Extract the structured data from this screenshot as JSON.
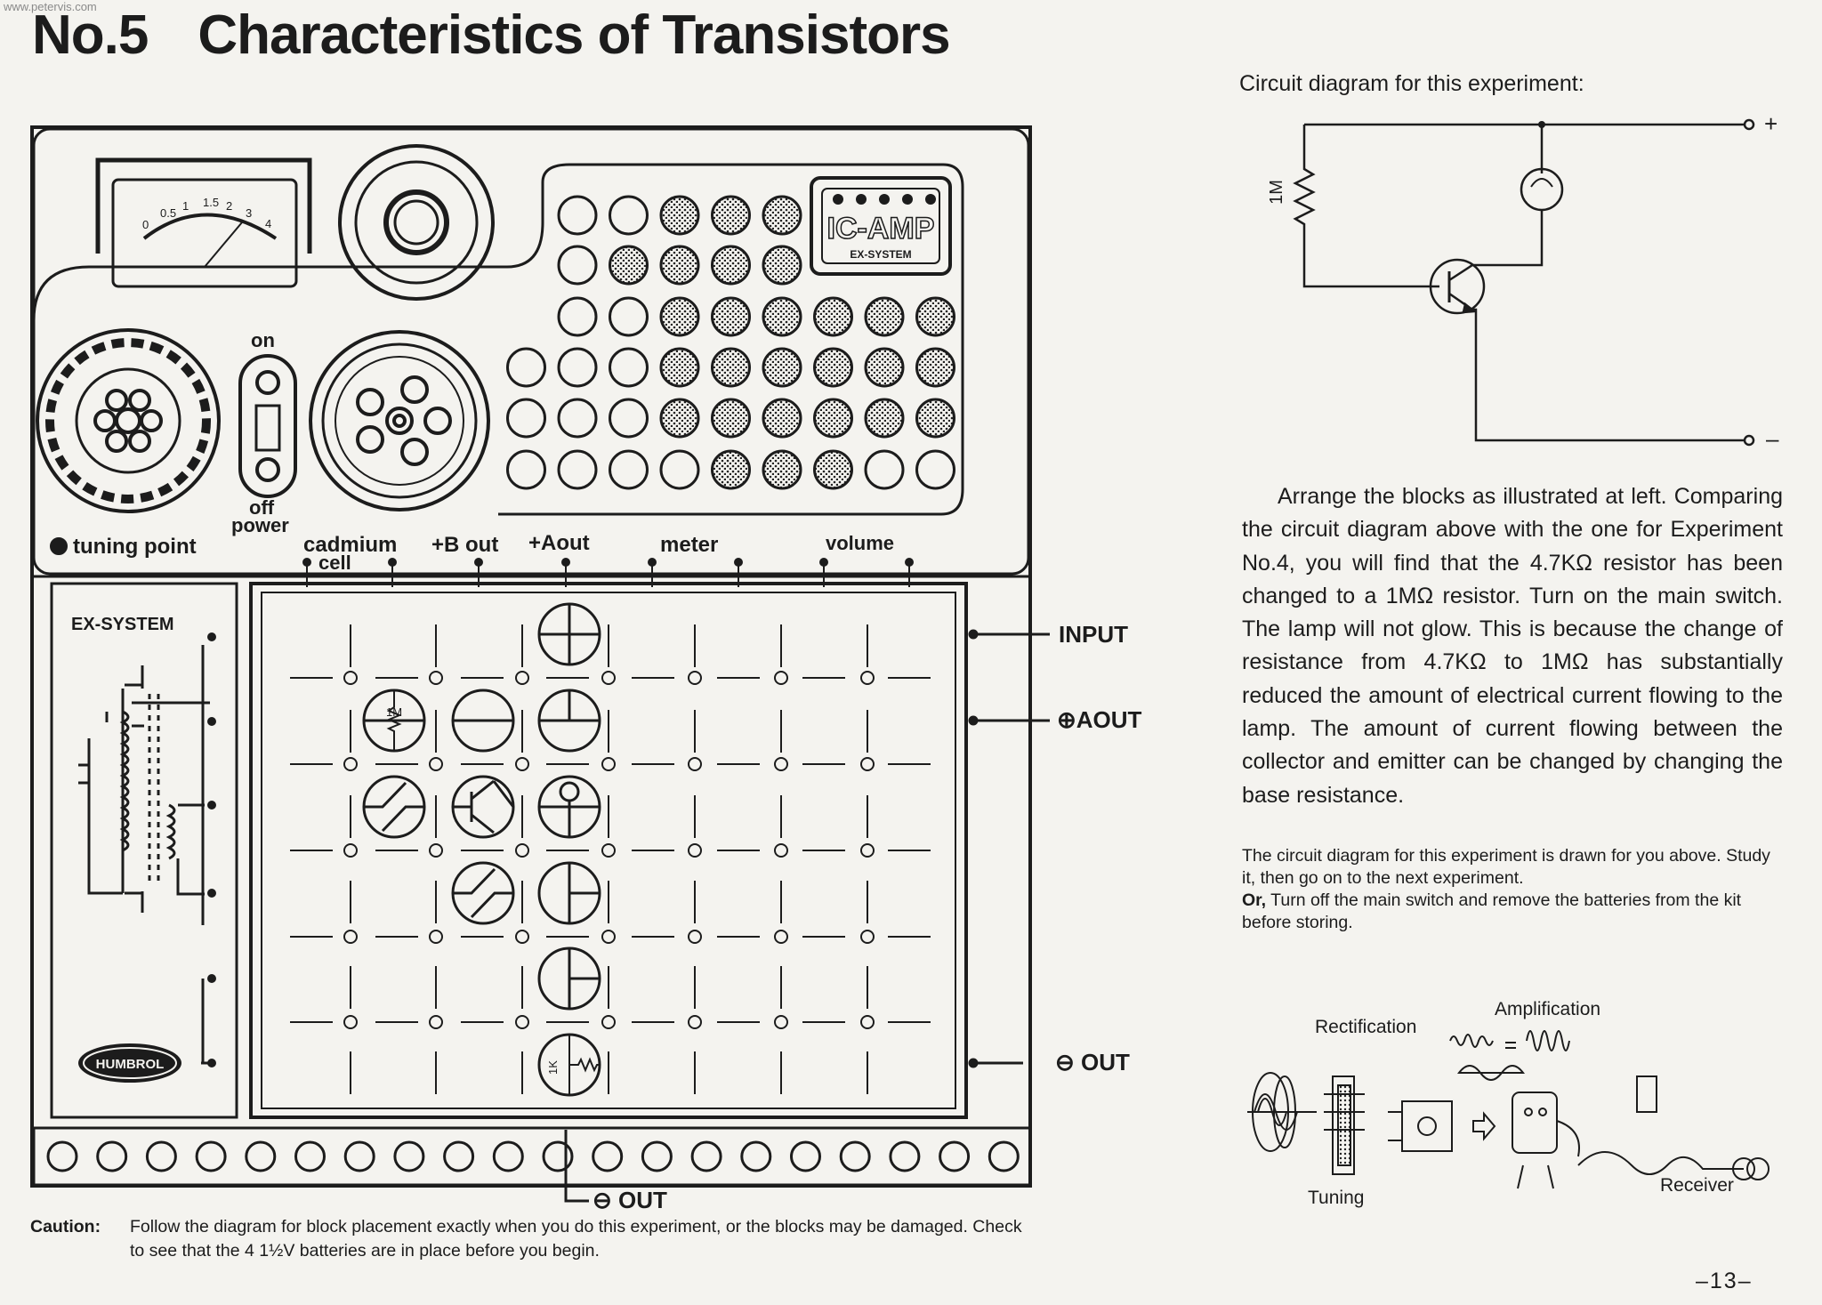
{
  "watermark": "www.petervis.com",
  "title": {
    "number": "No.5",
    "text": "Characteristics of Transistors"
  },
  "kit": {
    "meter_scale": [
      "0",
      "0.5",
      "1",
      "1.5",
      "2",
      "3",
      "4"
    ],
    "switch_on": "on",
    "switch_off": "off",
    "power": "power",
    "tuning_point": "tuning point",
    "brand_badge": "IC-AMP",
    "brand_sub": "EX-SYSTEM",
    "ex_system": "EX-SYSTEM",
    "maker": "HUMBROL",
    "top_terminals": {
      "cadmium": "cadmium",
      "cell": "cell",
      "bout": "+B out",
      "aout": "+Aout",
      "meter": "meter",
      "volume": "volume"
    },
    "side_terminals": {
      "input": "INPUT",
      "aout": "⊕AOUT",
      "out": "⊖ OUT",
      "bottom_out": "⊖ OUT"
    },
    "resistor_1m_label": "1M",
    "resistor_1k_label": "1K"
  },
  "circuit": {
    "caption": "Circuit diagram for this experiment:",
    "resistor_label": "1M",
    "plus": "+",
    "minus": "–"
  },
  "body": {
    "paragraph": "Arrange the blocks as illustrated at left. Comparing the circuit diagram above with the one for Experiment No.4, you will find that the 4.7KΩ resistor has been changed to a 1MΩ resistor. Turn on the main switch. The lamp will not glow. This is because the change of resistance from 4.7KΩ to 1MΩ has substantially reduced the amount of electrical current flowing to the lamp. The amount of current flowing between the collector and emitter can be changed by changing the base resistance.",
    "note1": "The circuit diagram for this experiment is drawn for you above. Study it, then go on to the next experiment.",
    "note2_lead": "Or,",
    "note2": " Turn off the main switch and remove the batteries from the kit before storing."
  },
  "illustration": {
    "rectification": "Rectification",
    "amplification": "Amplification",
    "tuning": "Tuning",
    "receiver": "Receiver"
  },
  "caution": {
    "label": "Caution:",
    "text": "Follow the diagram for block placement exactly when you do this experiment, or the blocks may be damaged. Check to see that the 4 1½V batteries are in place before you begin."
  },
  "page_number": "–13–"
}
